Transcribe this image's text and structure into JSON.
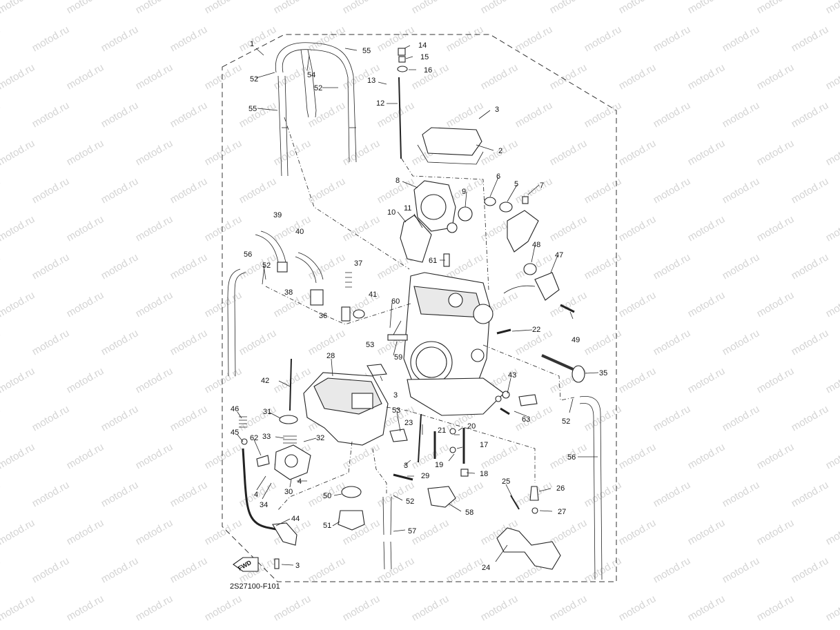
{
  "watermark": "motod.ru",
  "diagram_code": "2S27100-F101",
  "fwd_label": "FWD",
  "callouts": [
    "1",
    "2",
    "3",
    "4",
    "5",
    "6",
    "7",
    "8",
    "9",
    "10",
    "11",
    "12",
    "13",
    "14",
    "15",
    "16",
    "17",
    "18",
    "19",
    "20",
    "21",
    "22",
    "23",
    "24",
    "25",
    "26",
    "27",
    "28",
    "29",
    "30",
    "31",
    "32",
    "33",
    "34",
    "35",
    "36",
    "37",
    "38",
    "39",
    "40",
    "41",
    "42",
    "43",
    "44",
    "45",
    "46",
    "47",
    "48",
    "49",
    "50",
    "51",
    "52",
    "53",
    "54",
    "55",
    "56",
    "57",
    "58",
    "59",
    "60",
    "61",
    "62",
    "63"
  ]
}
